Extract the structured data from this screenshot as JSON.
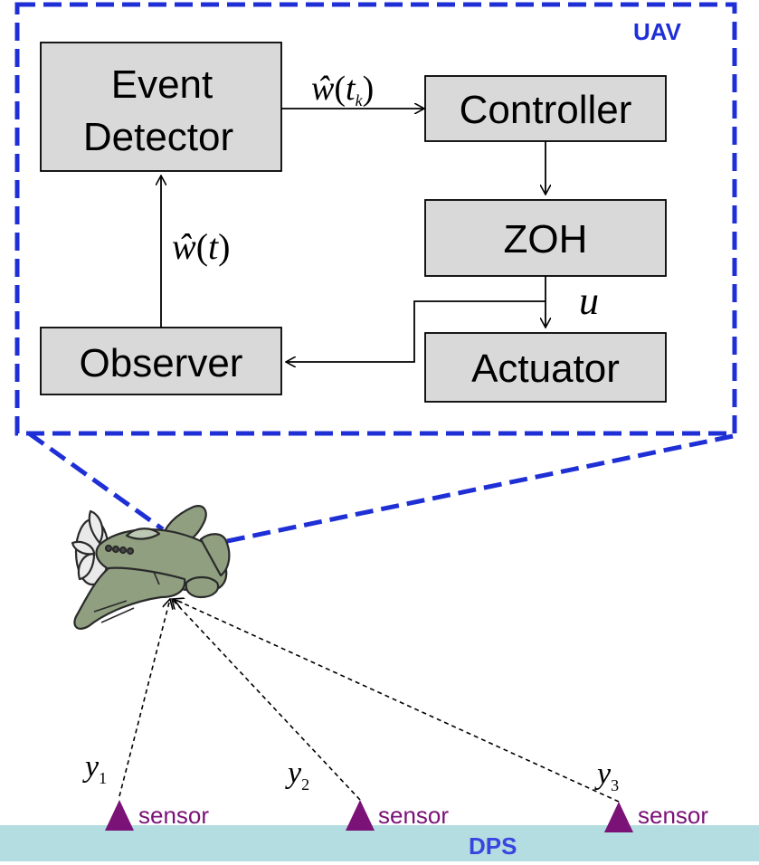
{
  "diagram": {
    "uav_label": "UAV",
    "dps_label": "DPS",
    "blocks": {
      "event_detector": [
        "Event",
        "Detector"
      ],
      "controller": "Controller",
      "zoh": "ZOH",
      "observer": "Observer",
      "actuator": "Actuator"
    },
    "signals": {
      "w_hat_tk": {
        "base": "ŵ",
        "lparen": "(",
        "arg": "t",
        "sub": "k",
        "rparen": ")"
      },
      "w_hat_t": {
        "base": "ŵ",
        "lparen": "(",
        "arg": "t",
        "rparen": ")"
      },
      "u": "u"
    },
    "sensors": [
      {
        "output": "y",
        "index": "1",
        "label": "sensor"
      },
      {
        "output": "y",
        "index": "2",
        "label": "sensor"
      },
      {
        "output": "y",
        "index": "3",
        "label": "sensor"
      }
    ],
    "colors": {
      "uav_box": "#1f2fd6",
      "block_fill": "#d9d9d9",
      "sensor": "#7a1277",
      "ground": "#b3dde0",
      "dps_text": "#3a45e0",
      "plane_body": "#8f9f80",
      "plane_outline": "#2a2a2a"
    },
    "icons": {
      "plane": "uav-airplane-icon",
      "sensor": "sensor-triangle-icon"
    }
  }
}
